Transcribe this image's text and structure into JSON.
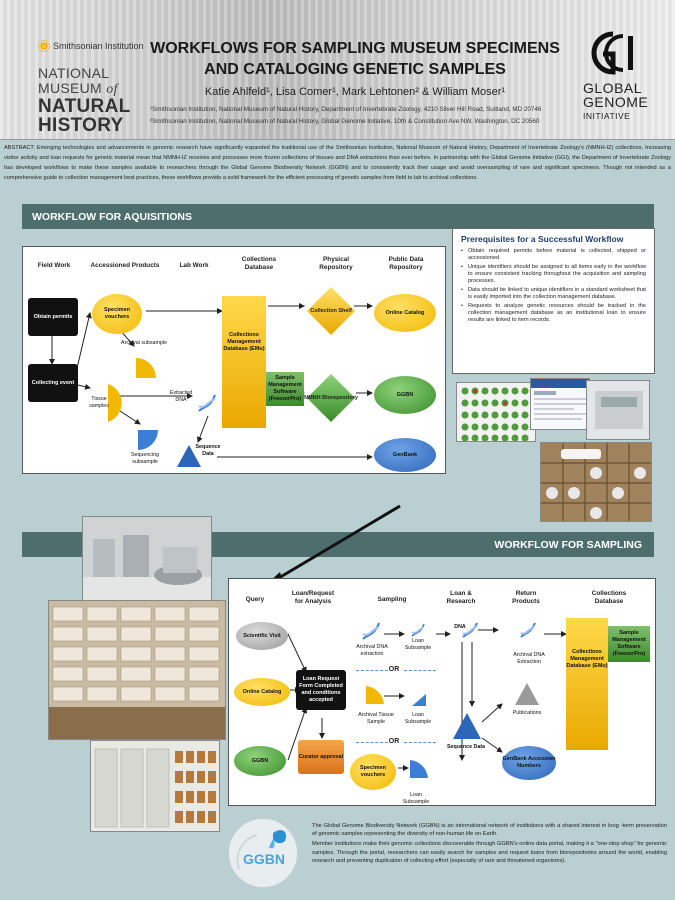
{
  "header": {
    "smithsonian": "Smithsonian Institution",
    "museum_line1": "NATIONAL",
    "museum_line2": "MUSEUM",
    "museum_of": "of",
    "museum_line3": "NATURAL",
    "museum_line4": "HISTORY",
    "title_line1": "WORKFLOWS FOR SAMPLING MUSEUM SPECIMENS",
    "title_line2": "AND CATALOGING GENETIC SAMPLES",
    "authors": "Katie Ahlfeld¹, Lisa Comer¹, Mark Lehtonen² & William Moser¹",
    "affil1": "¹Smithsonian Institution, National Museum of Natural History, Department of Invertebrate Zoology, 4210 Silver Hill Road, Suitland, MD 20746",
    "affil2": "²Smithsonian Institution, National Museum of Natural History, Global Genome Initiative, 10th & Constitution Ave NW, Washington, DC 20560",
    "ggi_line1": "GLOBAL",
    "ggi_line2": "GENOME",
    "ggi_line3": "INITIATIVE"
  },
  "abstract": "ABSTRACT: Emerging technologies and advancements in genomic research have significantly expanded the traditional use of the Smithsonian Institution, National Museum of Natural History, Department of Invertebrate Zoology's (NMNH-IZ) collections. Increasing visitor activity and loan requests for genetic material mean that NMNH-IZ receives and processes more frozen collections of tissues and DNA extractions than ever before. In partnership with the Global Genome Initiative (GGI), the Department of Invertebrate Zoology has developed workflows to make these samples available to researchers through the Global Genome Biodiversity Network (GGBN) and to consistently track their usage and avoid oversampling of rare and significant specimens. Though not intended as a comprehensive guide to collection management best practices, these workflows provide a solid framework for the efficient processing of genetic samples from field to lab to archival collections.",
  "acquisitions": {
    "section_title": "WORKFLOW FOR AQUISITIONS",
    "columns": [
      "Field Work",
      "Accessioned Products",
      "Lab Work",
      "Collections\nDatabase",
      "Physical\nRepository",
      "Public Data\nRepository"
    ],
    "obtain_permits": "Obtain permits",
    "collecting_event": "Collecting event",
    "specimen_vouchers": "Specimen vouchers",
    "archival_subsample": "Archival subsample",
    "tissue_samples": "Tissue samples",
    "sequencing_subsample": "Sequencing subsample",
    "extracted_dna": "Extracted DNA",
    "sequence_data": "Sequence Data",
    "cms": "Collections Management Database (EMu)",
    "sms": "Sample Management Software (FreezerPro)",
    "collection_shelf": "Collection Shelf",
    "biorepository": "NMNH Biorepository",
    "online_catalog": "Online Catalog",
    "ggbn": "GGBN",
    "genbank": "GenBank"
  },
  "prereq": {
    "title": "Prerequisites for a Successful Workflow",
    "items": [
      "Obtain required permits before material is collected, shipped or accessioned.",
      "Unique identifiers should be assigned to all items early in the workflow to ensure consistent tracking throughout the acquisition and sampling processes.",
      "Data should be linked to unique identifiers in a standard worksheet that is easily imported into the collection management database.",
      "Requests to analyze genetic resources should be tracked in the collection management database as an institutional loan to ensure results are linked to item records."
    ]
  },
  "sampling": {
    "section_title": "WORKFLOW FOR SAMPLING",
    "columns": [
      "Query",
      "Loan/Request\nfor Analysis",
      "Sampling",
      "Loan &\nResearch",
      "Return\nProducts",
      "Collections\nDatabase"
    ],
    "scientific_visit": "Scientific Visit",
    "online_catalog": "Online Catalog",
    "ggbn": "GGBN",
    "loan_request": "Loan Request Form Completed and conditions accepted",
    "curator_approval": "Curator approval",
    "archival_dna_extraction": "Archival DNA extraction",
    "loan_subsample": "Loan Subsample",
    "or": "OR",
    "archival_tissue_sample": "Archival Tissue Sample",
    "specimen_vouchers": "Specimen vouchers",
    "dna": "DNA",
    "sequence_data": "Sequence Data",
    "return_archival_dna": "Archival DNA Extraction",
    "publications": "Publications",
    "genbank_accession": "GenBank Accession Numbers",
    "cms": "Collections Management Database (EMu)",
    "sms": "Sample Management Software (FreezerPro)"
  },
  "ggbn_text": {
    "logo": "GGBN",
    "para1": "The Global Genome Biodiversity Network (GGBN) is an international network of institutions with a shared interest in long -term preservation of genomic samples representing the diversity of non-human life on Earth.",
    "para2": "Member institutions make their genomic collections discoverable through GGBN's online data portal, making it a \"one-stop shop\" for genomic samples. Through the portal, researchers can easily search for samples and request loans from biorepositories around the world, enabling research and preventing duplication of collecting effort (especially of rare and threatened organisms)."
  },
  "colors": {
    "section_bar": "#4e6e6e",
    "background": "#b9cfd1",
    "gold": "#f0b800",
    "green": "#3d8a2e",
    "blue": "#2b66b8"
  }
}
